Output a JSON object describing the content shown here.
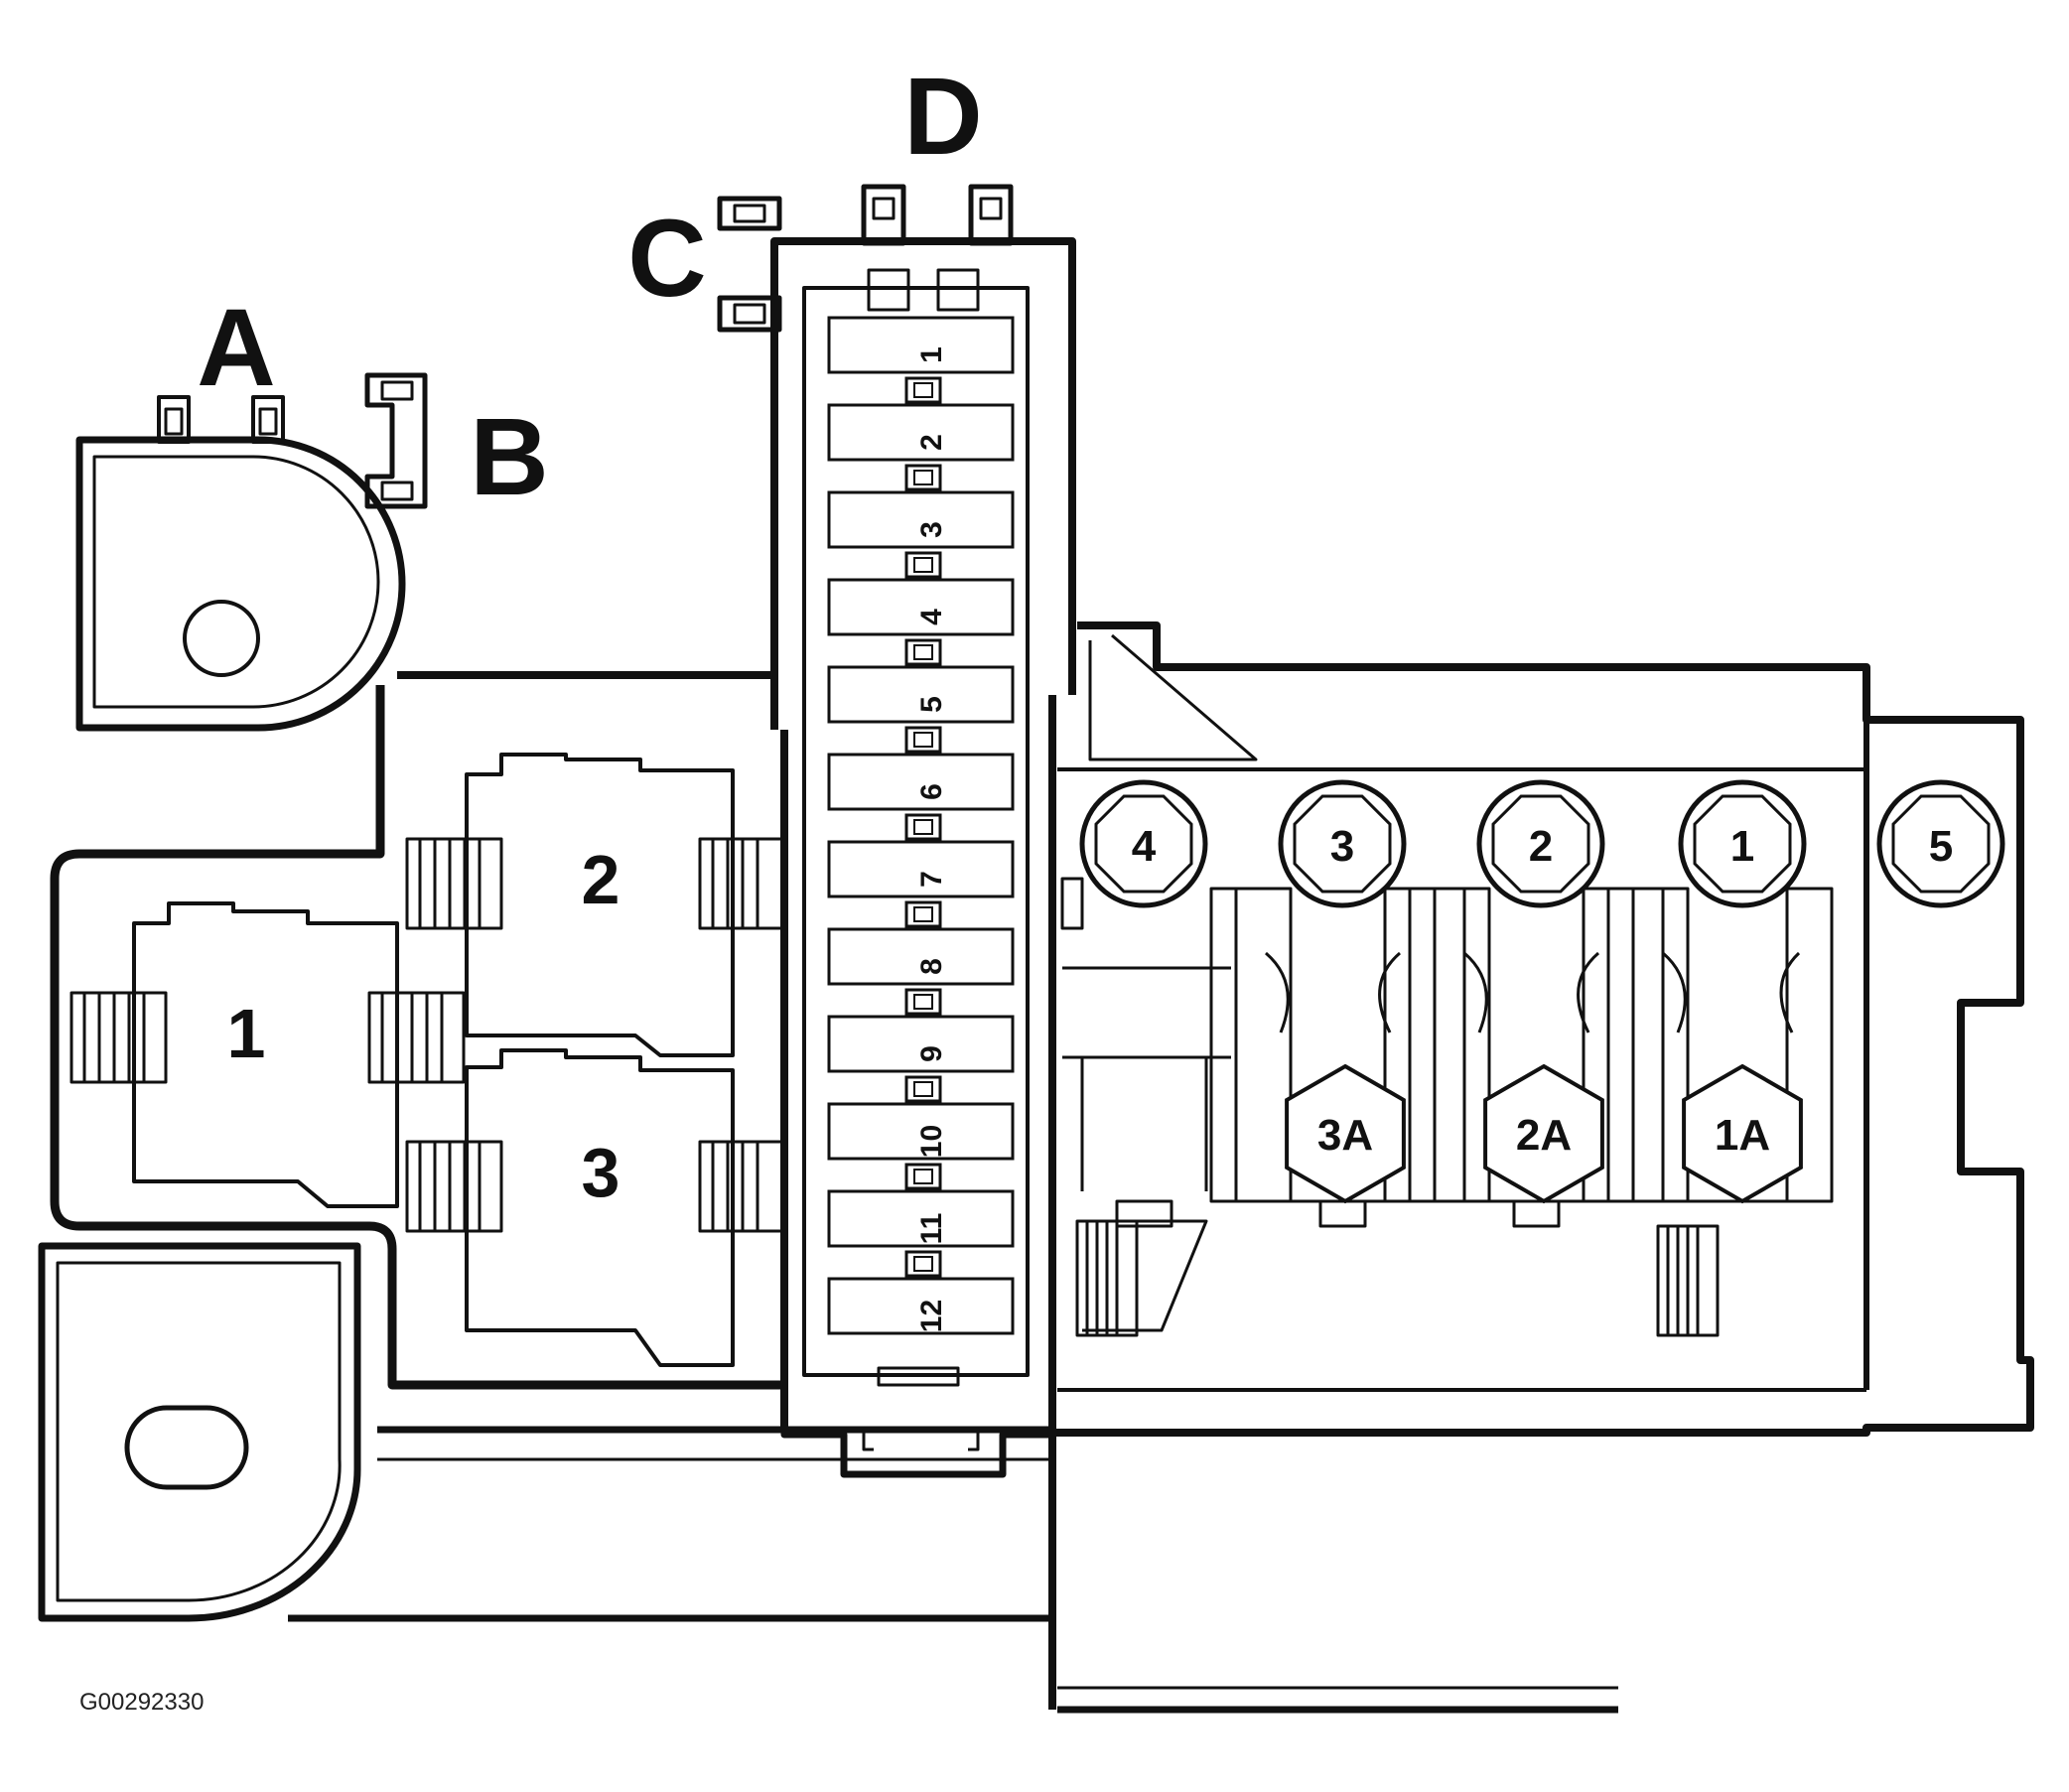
{
  "connectors": {
    "a": "A",
    "b": "B",
    "c": "C",
    "d": "D"
  },
  "relays": [
    "1",
    "2",
    "3"
  ],
  "fuse_strip": [
    "1",
    "2",
    "3",
    "4",
    "5",
    "6",
    "7",
    "8",
    "9",
    "10",
    "11",
    "12"
  ],
  "maxi_fuses": [
    "4",
    "3",
    "2",
    "1",
    "5"
  ],
  "hex_fuses": [
    "3A",
    "2A",
    "1A"
  ],
  "figure_id": "G00292330"
}
